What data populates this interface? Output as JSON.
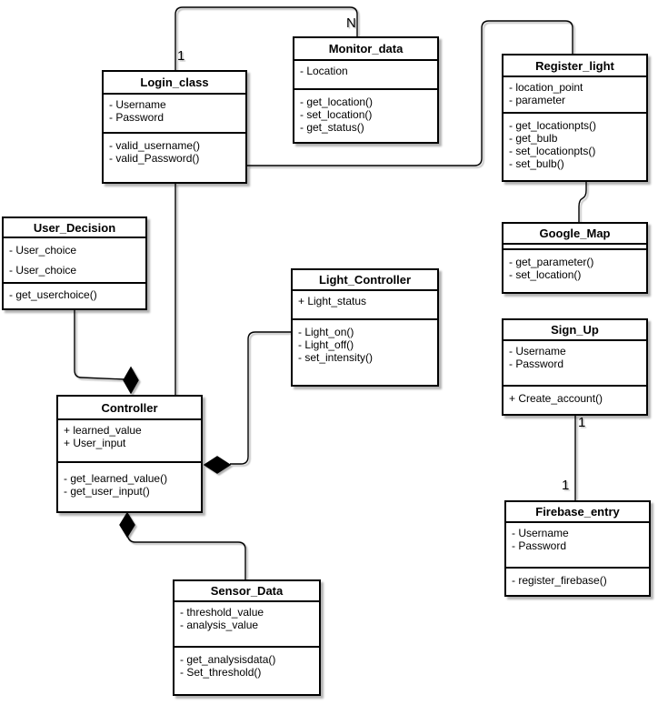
{
  "diagram": {
    "type": "uml-class-diagram",
    "colors": {
      "background": "#ffffff",
      "line": "#000000",
      "box_fill": "#ffffff",
      "box_border": "#000000",
      "text": "#000000"
    },
    "classes": [
      {
        "name": "Login_class",
        "attributes": [
          "- Username",
          "- Password"
        ],
        "methods": [
          "- valid_username()",
          "- valid_Password()"
        ]
      },
      {
        "name": "Monitor_data",
        "attributes": [
          "- Location"
        ],
        "methods": [
          "- get_location()",
          "- set_location()",
          "- get_status()"
        ]
      },
      {
        "name": "Register_light",
        "attributes": [
          "- location_point",
          "- parameter"
        ],
        "methods": [
          "- get_locationpts()",
          "- get_bulb",
          "- set_locationpts()",
          "- set_bulb()"
        ]
      },
      {
        "name": "User_Decision",
        "attributes": [
          "- User_choice",
          "- User_choice"
        ],
        "methods": [
          "- get_userchoice()"
        ]
      },
      {
        "name": "Google_Map",
        "attributes": [],
        "methods": [
          "- get_parameter()",
          "- set_location()"
        ]
      },
      {
        "name": "Light_Controller",
        "attributes": [
          "+ Light_status"
        ],
        "methods": [
          "- Light_on()",
          "- Light_off()",
          "- set_intensity()"
        ]
      },
      {
        "name": "Sign_Up",
        "attributes": [
          "- Username",
          "- Password"
        ],
        "methods": [
          "+ Create_account()"
        ]
      },
      {
        "name": "Controller",
        "attributes": [
          "+ learned_value",
          "+ User_input"
        ],
        "methods": [
          "- get_learned_value()",
          "- get_user_input()"
        ]
      },
      {
        "name": "Firebase_entry",
        "attributes": [
          "- Username",
          "- Password"
        ],
        "methods": [
          "- register_firebase()"
        ]
      },
      {
        "name": "Sensor_Data",
        "attributes": [
          "- threshold_value",
          "- analysis_value"
        ],
        "methods": [
          "- get_analysisdata()",
          "- Set_threshold()"
        ]
      }
    ],
    "multiplicity_labels": [
      {
        "text": "1"
      },
      {
        "text": "N"
      },
      {
        "text": "1"
      },
      {
        "text": "1"
      }
    ],
    "relationships": [
      {
        "from": "Login_class",
        "to": "Monitor_data",
        "type": "association",
        "from_label": "1",
        "to_label": "N"
      },
      {
        "from": "Login_class",
        "to": "Register_light",
        "type": "association"
      },
      {
        "from": "Register_light",
        "to": "Google_Map",
        "type": "association"
      },
      {
        "from": "Login_class",
        "to": "Controller",
        "type": "association"
      },
      {
        "from": "User_Decision",
        "to": "Controller",
        "type": "composition"
      },
      {
        "from": "Light_Controller",
        "to": "Controller",
        "type": "composition"
      },
      {
        "from": "Sensor_Data",
        "to": "Controller",
        "type": "composition"
      },
      {
        "from": "Sign_Up",
        "to": "Firebase_entry",
        "type": "association",
        "from_label": "1",
        "to_label": "1"
      }
    ]
  }
}
